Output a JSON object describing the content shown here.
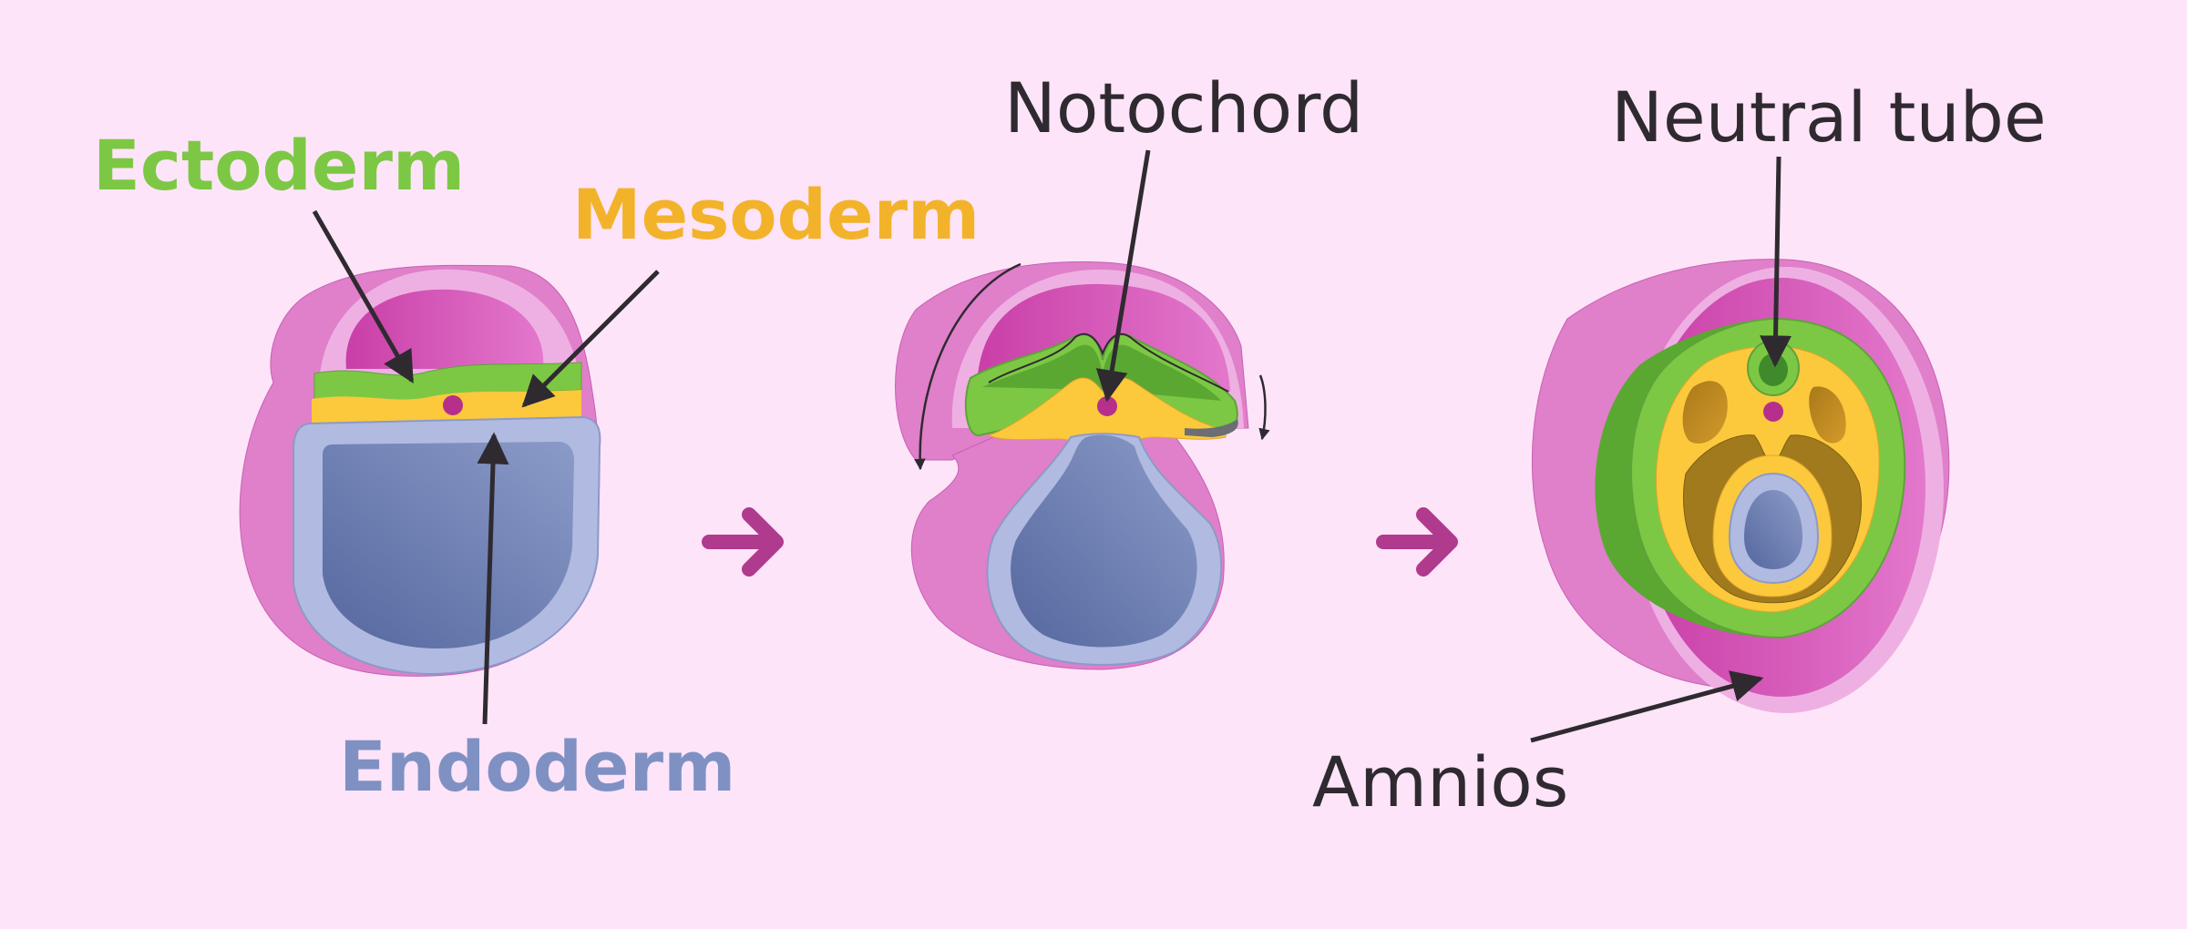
{
  "labels": {
    "ectoderm": "Ectoderm",
    "mesoderm": "Mesoderm",
    "endoderm": "Endoderm",
    "notochord": "Notochord",
    "neural_tube": "Neutral tube",
    "amnios": "Amnios"
  },
  "colors": {
    "background": "#fee4f9",
    "ectoderm": "#7cc844",
    "mesoderm": "#f2b32a",
    "endoderm": "#7f91c3",
    "amnion_outer": "#e07fca",
    "amnion_light": "#eeb0e2",
    "amnion_dark": "#c93ea7",
    "endoderm_cavity": "#6a7bb0",
    "notochord_dot": "#b62f8b",
    "arrow": "#b03a8d",
    "text_dark": "#2f2a30"
  }
}
